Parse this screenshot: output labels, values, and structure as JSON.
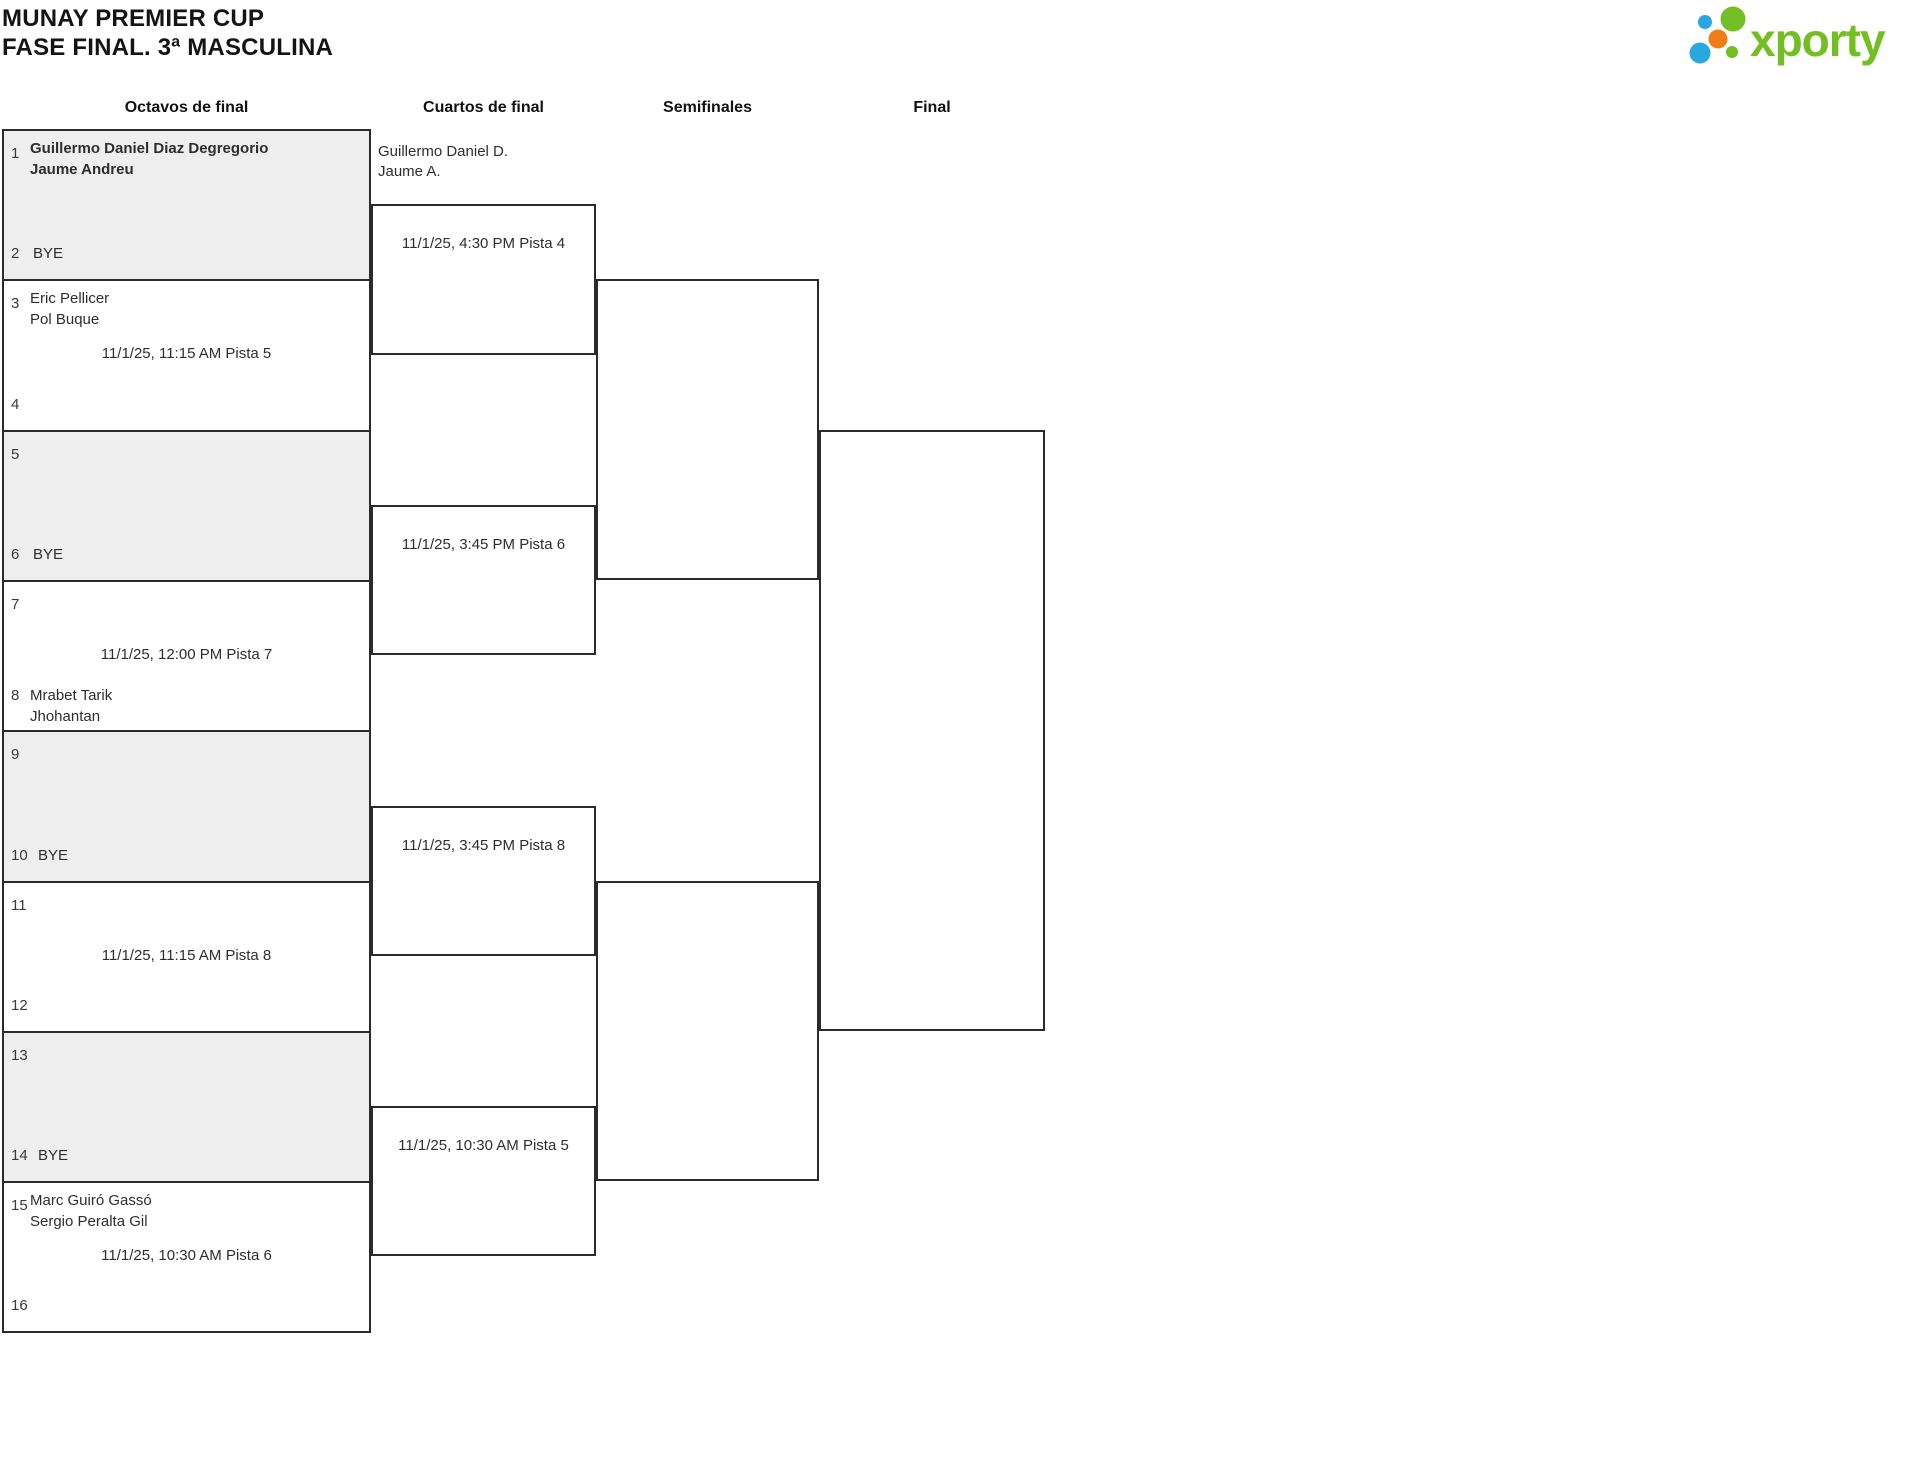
{
  "app": {
    "title_line1": "MUNAY PREMIER CUP",
    "title_line2": "FASE FINAL. 3ª MASCULINA",
    "logo": {
      "text": "xporty",
      "green": "#73be23",
      "blue": "#29a8e0",
      "orange": "#f07d14"
    }
  },
  "columns": {
    "octavos": "Octavos de final",
    "cuartos": "Cuartos de final",
    "semifinales": "Semifinales",
    "final": "Final"
  },
  "octavos": [
    {
      "seed_top": "1",
      "team_top_1": "Guillermo Daniel Diaz Degregorio",
      "team_top_2": "Jaume Andreu",
      "seed_bottom": "2",
      "bye": "BYE"
    },
    {
      "seed_top": "3",
      "team_top_1": "Eric Pellicer",
      "team_top_2": "Pol Buque",
      "seed_bottom": "4",
      "schedule": "11/1/25, 11:15 AM Pista 5"
    },
    {
      "seed_top": "5",
      "seed_bottom": "6",
      "bye": "BYE"
    },
    {
      "seed_top": "7",
      "seed_bottom": "8",
      "team_bottom_1": "Mrabet Tarik",
      "team_bottom_2": "Jhohantan",
      "schedule": "11/1/25, 12:00 PM Pista 7"
    },
    {
      "seed_top": "9",
      "seed_bottom": "10",
      "bye": "BYE"
    },
    {
      "seed_top": "11",
      "seed_bottom": "12",
      "schedule": "11/1/25, 11:15 AM Pista 8"
    },
    {
      "seed_top": "13",
      "seed_bottom": "14",
      "bye": "BYE"
    },
    {
      "seed_top": "15",
      "team_top_1": "Marc Guiró Gassó",
      "team_top_2": "Sergio Peralta Gil",
      "seed_bottom": "16",
      "schedule": "11/1/25, 10:30 AM Pista 6"
    }
  ],
  "cuartos": [
    {
      "advanced_1": "Guillermo Daniel D.",
      "advanced_2": "Jaume A.",
      "schedule": "11/1/25, 4:30 PM Pista 4"
    },
    {
      "schedule": "11/1/25, 3:45 PM Pista 6"
    },
    {
      "schedule": "11/1/25, 3:45 PM Pista 8"
    },
    {
      "schedule": "11/1/25, 10:30 AM Pista 5"
    }
  ]
}
